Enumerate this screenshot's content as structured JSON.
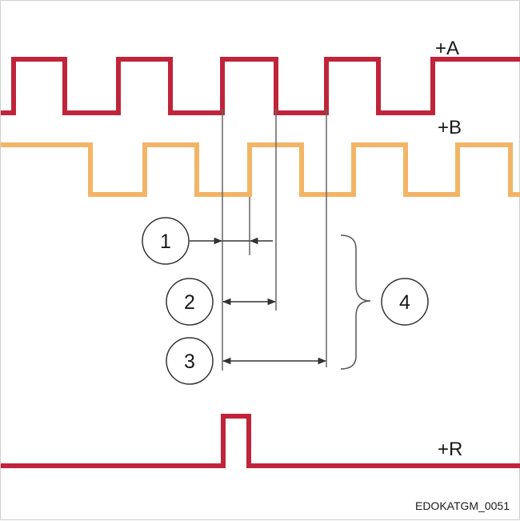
{
  "signals": {
    "a": {
      "label": "+A",
      "color": "#c0243a"
    },
    "b": {
      "label": "+B",
      "color": "#f2b566"
    },
    "r": {
      "label": "+R",
      "color": "#c0243a"
    }
  },
  "callouts": {
    "c1": "1",
    "c2": "2",
    "c3": "3",
    "c4": "4"
  },
  "reference_code": "EDOKATGM_0051",
  "colors": {
    "annotation": "#555555",
    "background": "#ffffff"
  }
}
